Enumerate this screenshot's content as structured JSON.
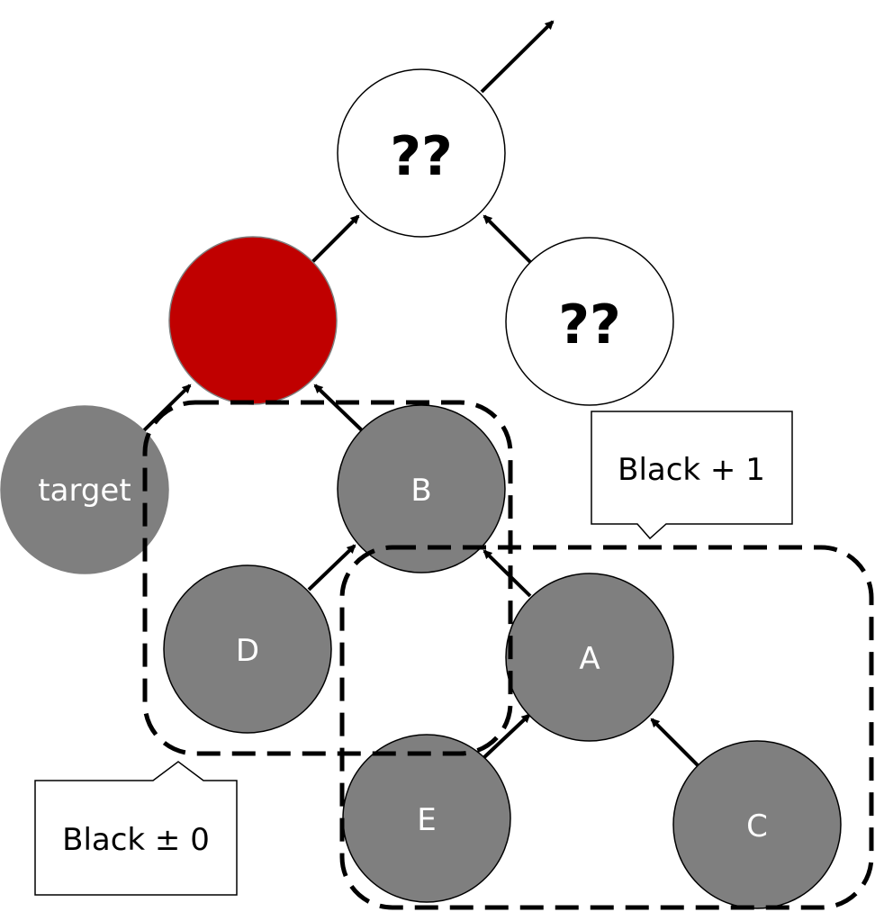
{
  "diagram": {
    "nodes": {
      "root": {
        "label": "??",
        "fill": "#ffffff"
      },
      "sibling": {
        "label": "??",
        "fill": "#ffffff"
      },
      "parent": {
        "label": "",
        "fill": "#c00000"
      },
      "target": {
        "label": "target",
        "fill": "#7f7f7f"
      },
      "b": {
        "label": "B",
        "fill": "#7f7f7f"
      },
      "d": {
        "label": "D",
        "fill": "#7f7f7f"
      },
      "a": {
        "label": "A",
        "fill": "#7f7f7f"
      },
      "e": {
        "label": "E",
        "fill": "#7f7f7f"
      },
      "c": {
        "label": "C",
        "fill": "#7f7f7f"
      }
    },
    "callouts": {
      "black_plus_one": "Black + 1",
      "black_plus_minus_zero": "Black ± 0"
    }
  }
}
